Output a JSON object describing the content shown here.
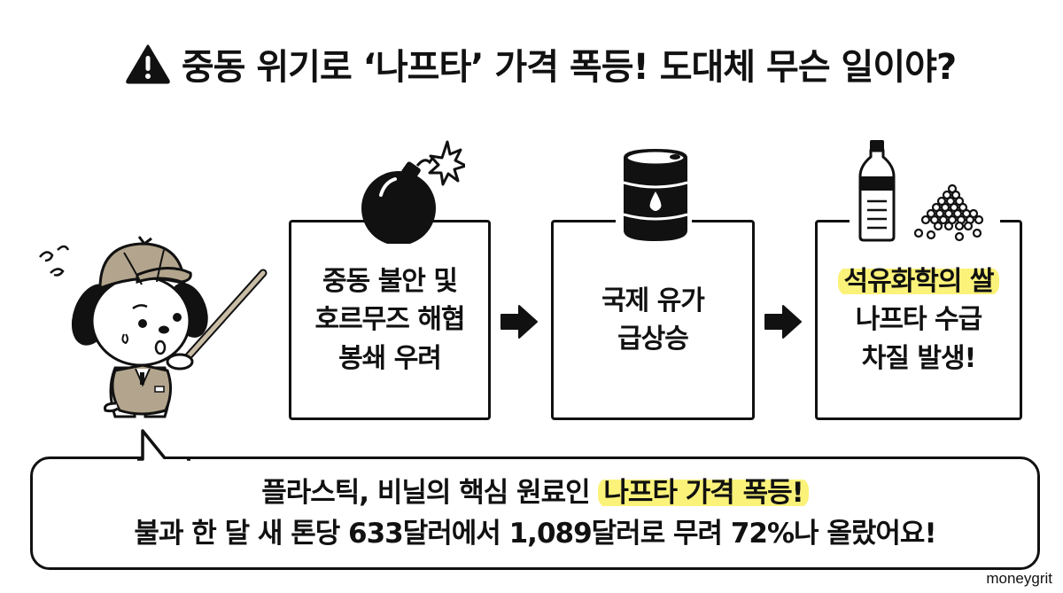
{
  "header": {
    "icon": "warning-triangle-icon",
    "title": "중동 위기로 ‘나프타’ 가격 폭등! 도대체 무슨 일이야?"
  },
  "flow": {
    "steps": [
      {
        "icon": "bomb-icon",
        "lines": [
          "중동 불안 및",
          "호르무즈 해협",
          "봉쇄 우려"
        ]
      },
      {
        "icon": "oil-barrel-icon",
        "lines": [
          "국제 유가",
          "급상승"
        ]
      },
      {
        "icon": "plastic-bottle-and-pellets-icon",
        "highlight": "석유화학의 쌀",
        "lines": [
          "나프타 수급",
          "차질 발생!"
        ]
      }
    ],
    "connector_icon": "right-arrow-icon"
  },
  "mascot": {
    "description": "detective puppy with pointer stick",
    "icon": "dog-mascot-icon"
  },
  "speech_bubble": {
    "line1_prefix": "플라스틱, 비닐의 핵심 원료인 ",
    "line1_highlight": "나프타 가격 폭등!",
    "line2": "불과 한 달 새 톤당 633달러에서 1,089달러로 무려 72%나 올랐어요!"
  },
  "watermark": "moneygrit",
  "colors": {
    "ink": "#111111",
    "highlight": "#fbf27a",
    "mascot_khaki": "#b3a58d",
    "background": "#ffffff"
  }
}
